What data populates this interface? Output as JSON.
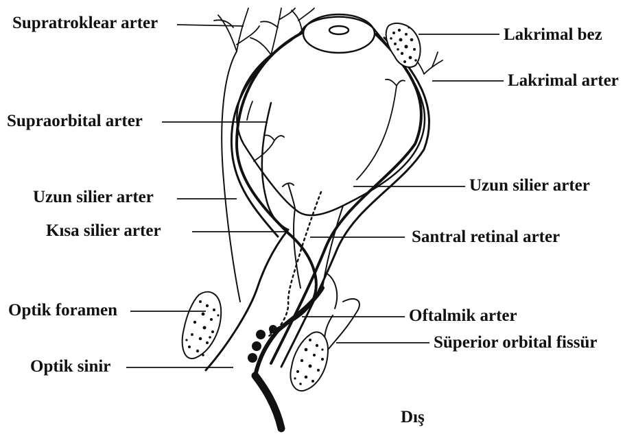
{
  "labels": {
    "left": {
      "supratroklear": "Supratroklear arter",
      "supraorbital": "Supraorbital arter",
      "uzun_silier": "Uzun silier arter",
      "kisa_silier": "Kısa silier arter",
      "optik_foramen": "Optik foramen",
      "optik_sinir": "Optik sinir"
    },
    "right": {
      "lakrimal_bez": "Lakrimal bez",
      "lakrimal_arter": "Lakrimal arter",
      "uzun_silier": "Uzun silier arter",
      "santral_retinal": "Santral retinal arter",
      "oftalmik": "Oftalmik arter",
      "superior_orbital_fissur": "Süperior orbital fissür"
    },
    "bottom": {
      "dis": "Dış"
    }
  },
  "colors": {
    "ink": "#111111",
    "background": "#ffffff"
  }
}
